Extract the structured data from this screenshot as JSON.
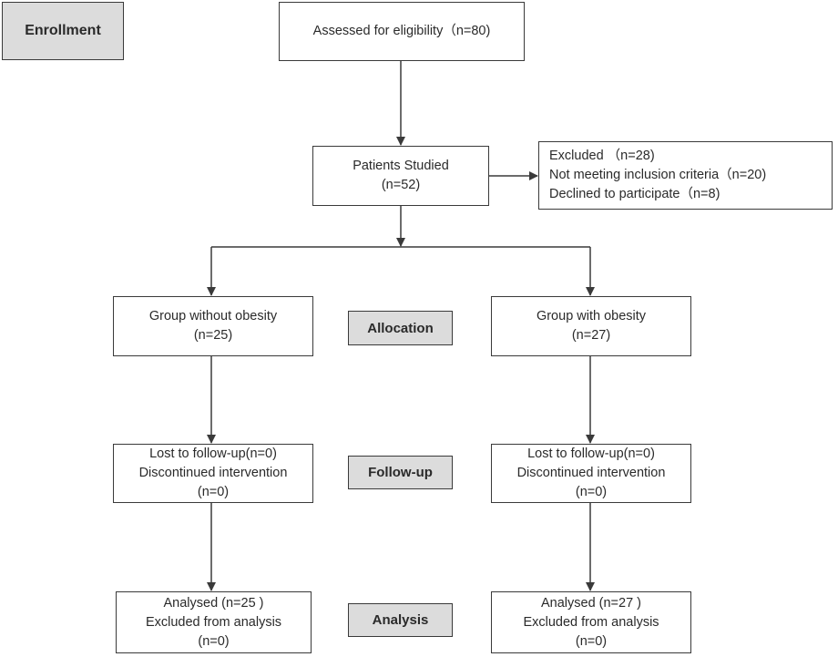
{
  "stages": {
    "enrollment": "Enrollment",
    "allocation": "Allocation",
    "followup": "Follow-up",
    "analysis": "Analysis"
  },
  "boxes": {
    "assessed": [
      "Assessed for eligibility（n=80)"
    ],
    "studied": [
      "Patients Studied",
      "(n=52)"
    ],
    "excluded": [
      "Excluded （n=28)",
      "Not meeting inclusion criteria（n=20)",
      "Declined to participate（n=8)"
    ],
    "group_without": [
      "Group without obesity",
      "(n=25)"
    ],
    "group_with": [
      "Group with obesity",
      "(n=27)"
    ],
    "followup_without": [
      "Lost to follow-up(n=0)",
      "Discontinued intervention",
      "(n=0)"
    ],
    "followup_with": [
      "Lost to follow-up(n=0)",
      "Discontinued intervention",
      "(n=0)"
    ],
    "analysis_without": [
      "Analysed (n=25 )",
      "Excluded from analysis",
      "(n=0)"
    ],
    "analysis_with": [
      "Analysed (n=27 )",
      "Excluded from analysis",
      "(n=0)"
    ]
  },
  "colors": {
    "stage_fill": "#dcdcdc",
    "line": "#3a3a3a"
  }
}
